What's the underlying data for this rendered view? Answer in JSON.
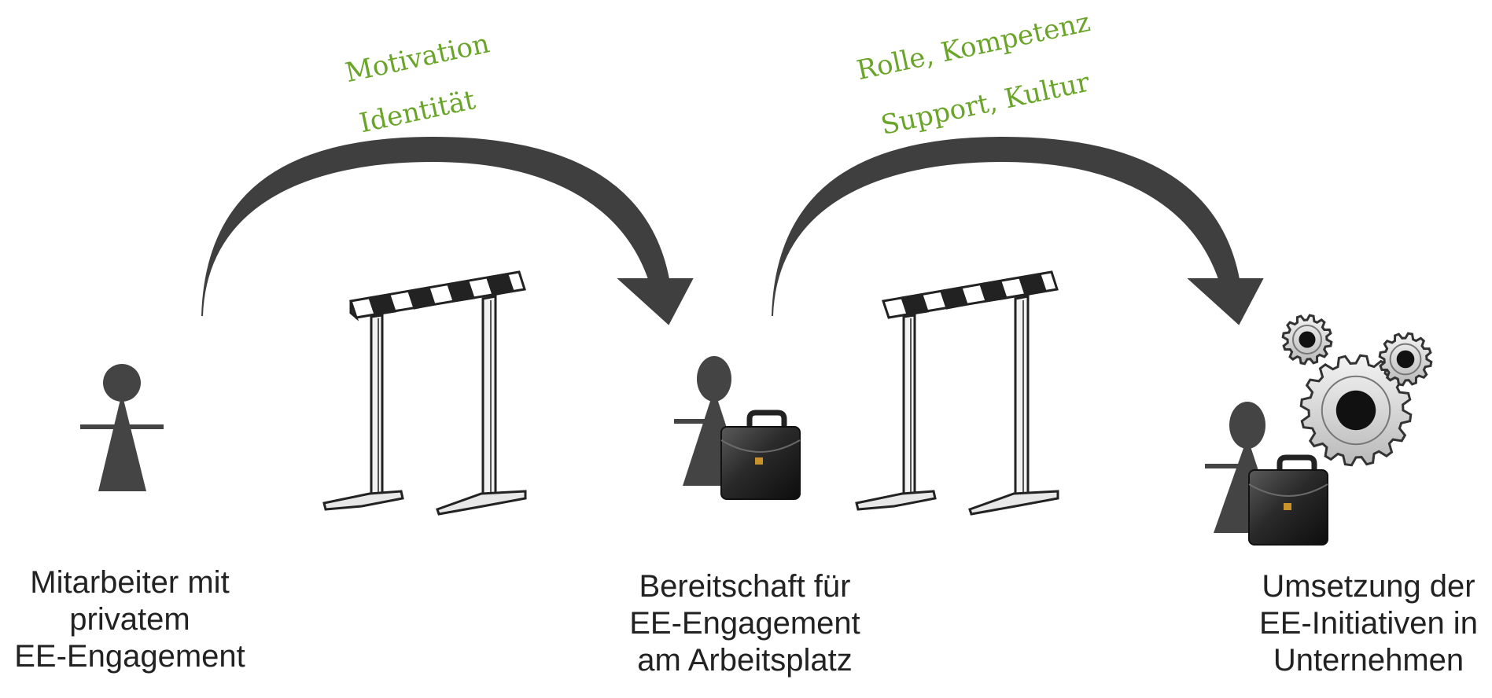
{
  "colors": {
    "accent_green": "#6aa52a",
    "arrow_dark": "#3f3f3f",
    "figure_dark": "#444444",
    "text": "#222222"
  },
  "stages": [
    {
      "lines": [
        "Mitarbeiter mit",
        "privatem",
        "EE-Engagement"
      ]
    },
    {
      "lines": [
        "Bereitschaft für",
        "EE-Engagement",
        "am Arbeitsplatz"
      ]
    },
    {
      "lines": [
        "Umsetzung der",
        "EE-Initiativen in",
        "Unternehmen"
      ]
    }
  ],
  "barriers": [
    {
      "lines": [
        "Motivation",
        "Identität"
      ]
    },
    {
      "lines": [
        "Rolle, Kompetenz",
        "Support, Kultur"
      ]
    }
  ],
  "icons": [
    "person-icon",
    "hurdle-icon",
    "curved-arrow-icon",
    "briefcase-icon",
    "gear-icon"
  ]
}
